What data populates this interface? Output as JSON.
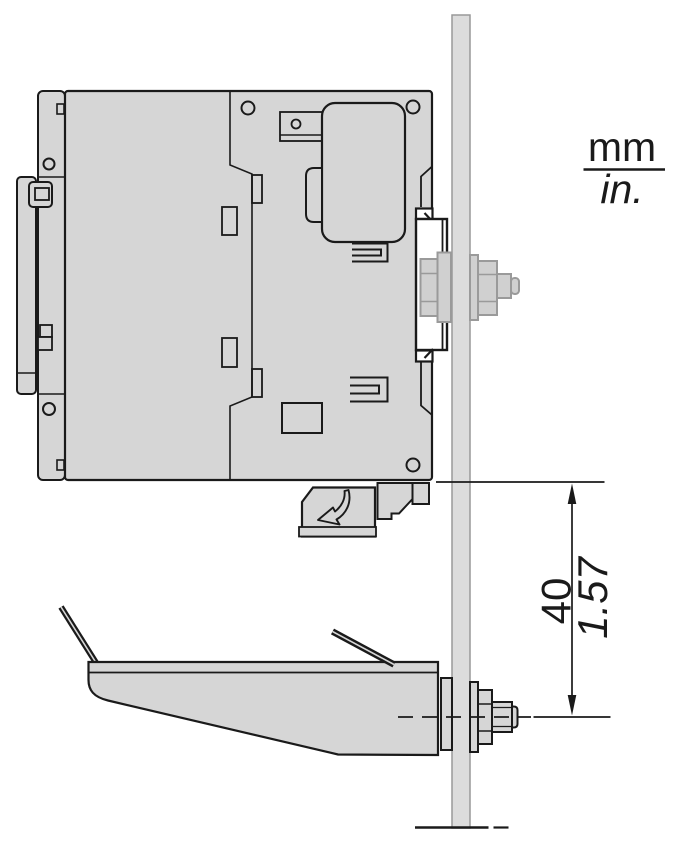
{
  "drawing": {
    "type": "technical-dimension-drawing",
    "description": "Side view of a controller module and a spade terminal lug mounted through a plate, showing vertical clearance",
    "units_legend": {
      "numerator": "mm",
      "denominator": "in."
    },
    "dimension_clearance": {
      "mm": "40",
      "in": "1.57"
    },
    "icons": {
      "latch_icon": "rotation-direction-arrow-icon"
    },
    "colors": {
      "outline": "#1a1a1a",
      "device_fill": "#d6d6d6",
      "plate_fill": "#dcdcdc",
      "plate_stroke": "#999999",
      "bracket_fill": "#ffffff",
      "ghost_fill": "#d0d0d0",
      "ghost_stroke": "#9a9a9a",
      "background": "#ffffff"
    }
  }
}
